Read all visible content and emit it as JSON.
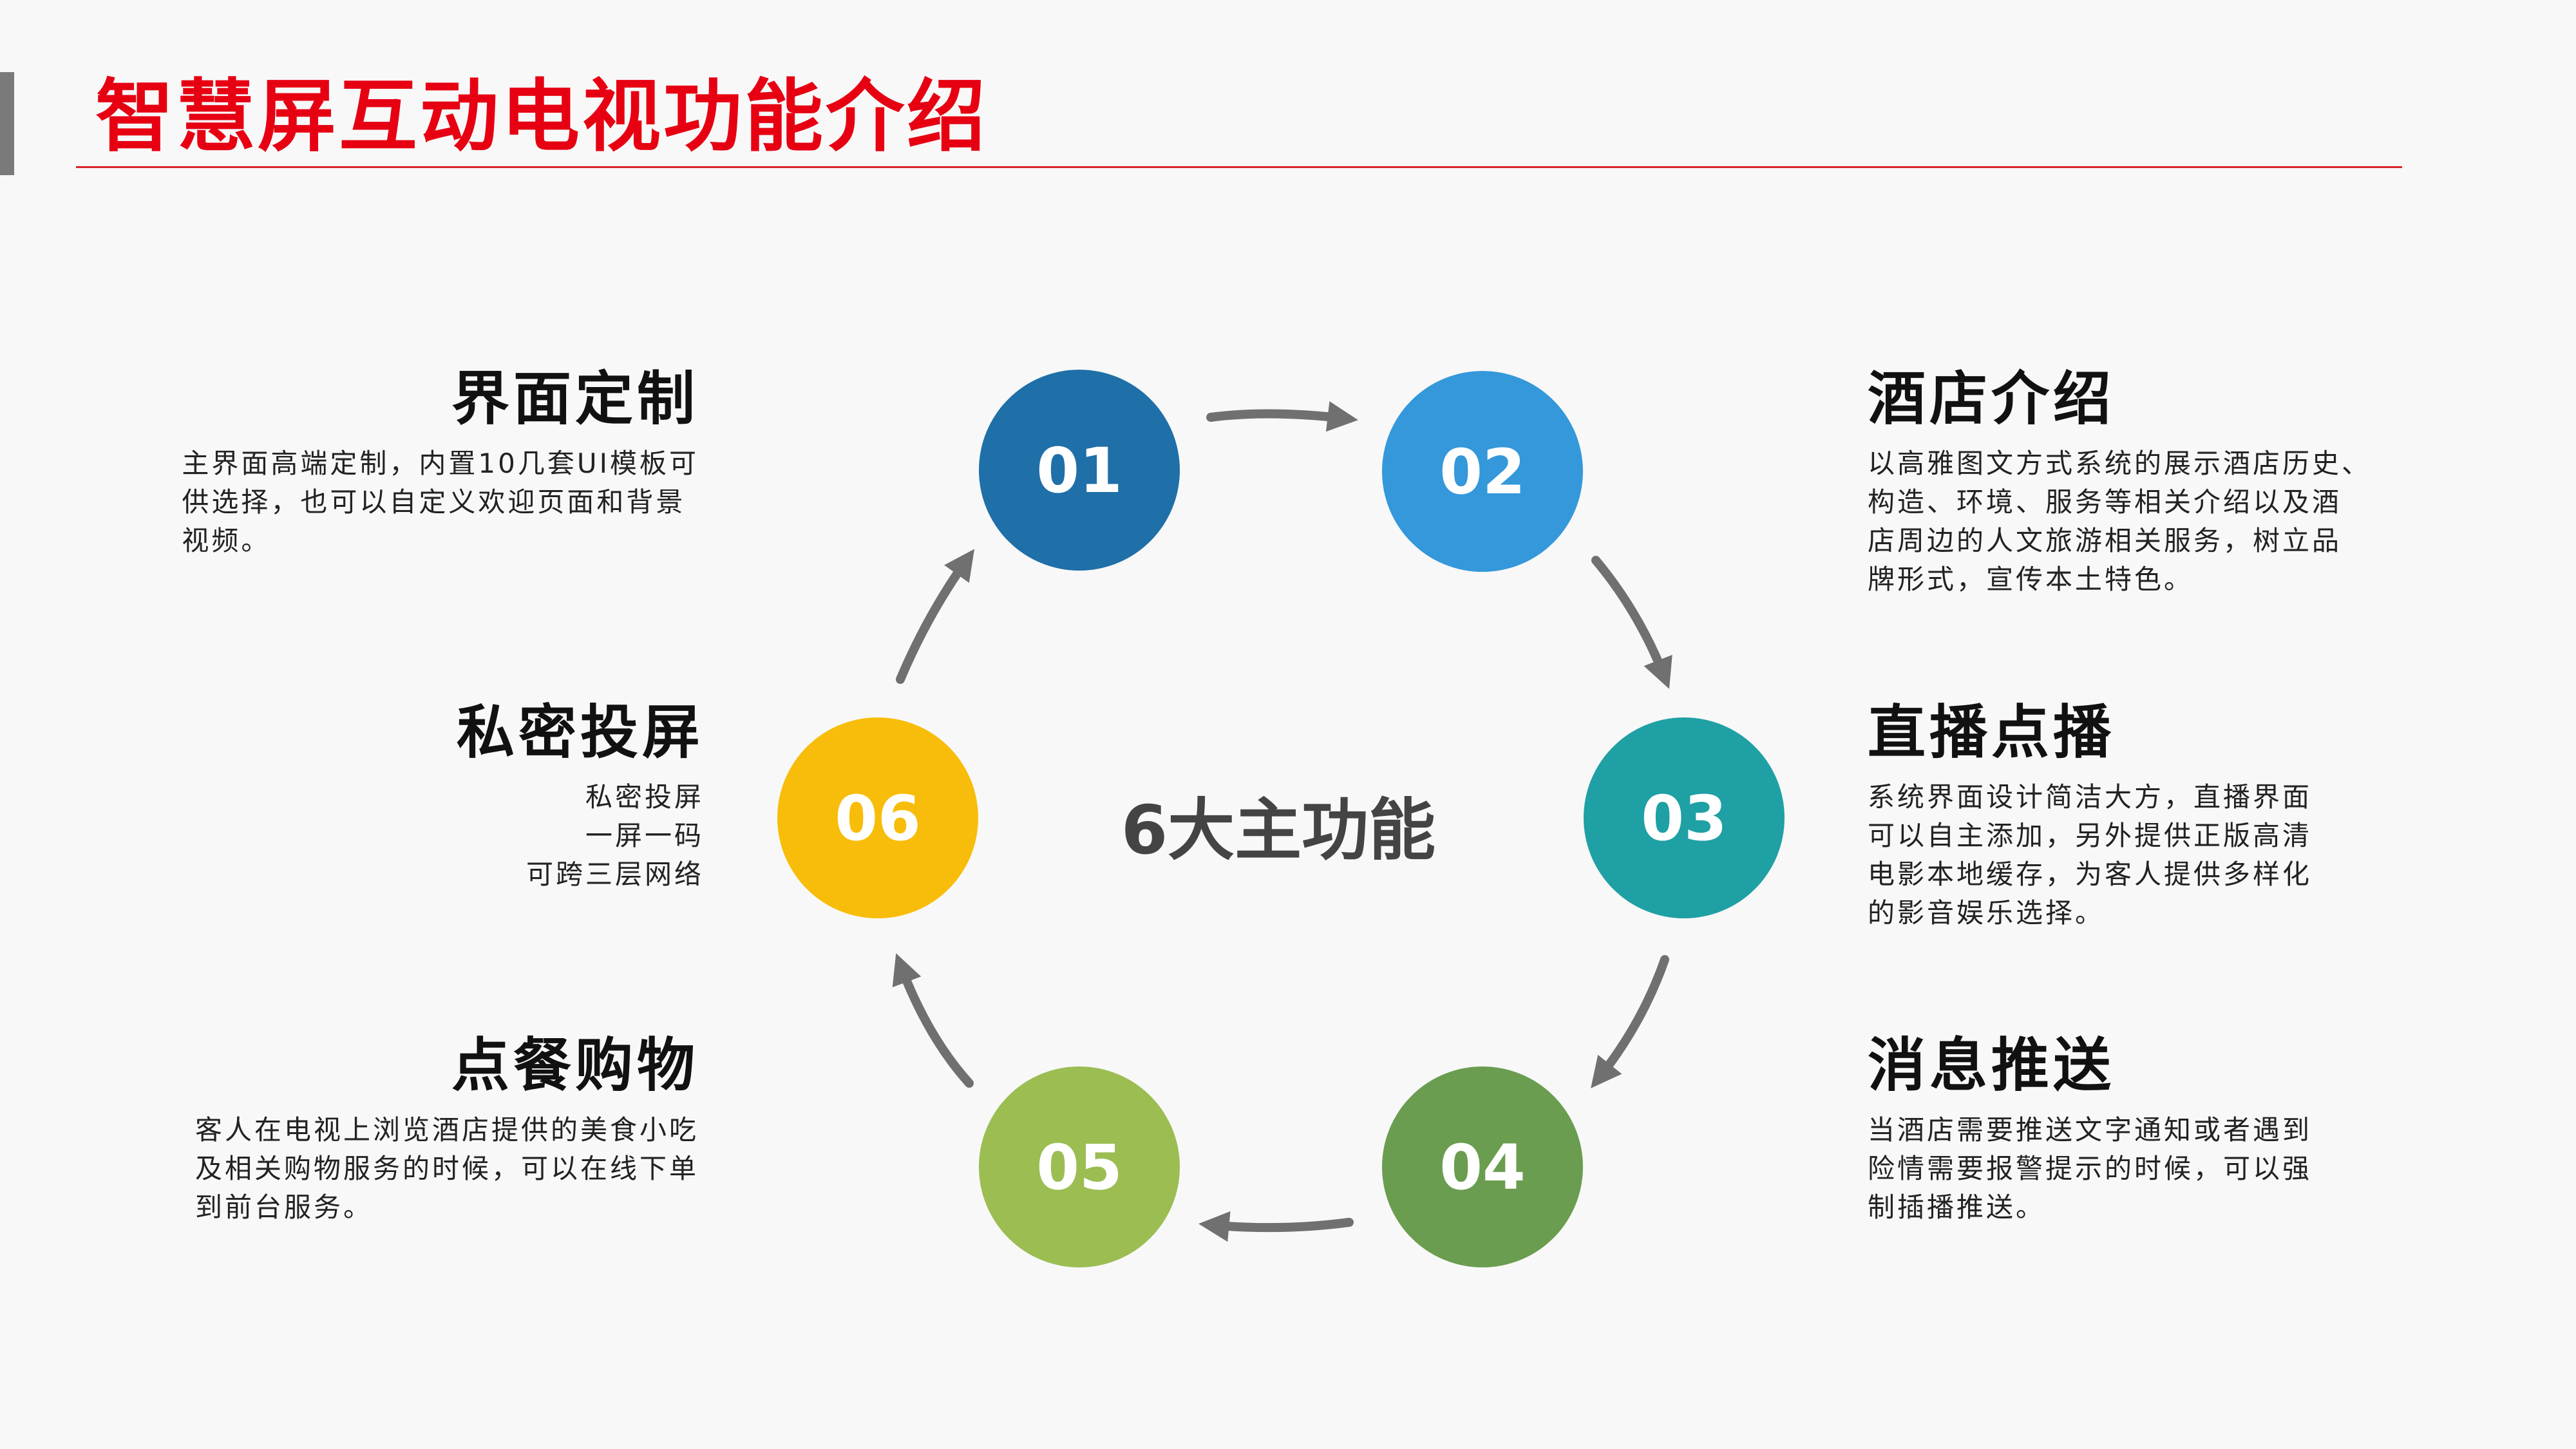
{
  "title": "智慧屏互动电视功能介绍",
  "center_label": "6大主功能",
  "colors": {
    "title": "#e60012",
    "title_line": "#d9252b",
    "arrow": "#707070",
    "step_01": "#1f6fa8",
    "step_02": "#3498db",
    "step_03": "#1fa0a4",
    "step_04": "#6a9d4f",
    "step_05": "#9bbd52",
    "step_06": "#f8bd0a"
  },
  "steps": [
    {
      "num": "01"
    },
    {
      "num": "02"
    },
    {
      "num": "03"
    },
    {
      "num": "04"
    },
    {
      "num": "05"
    },
    {
      "num": "06"
    }
  ],
  "features": {
    "ui_custom": {
      "heading": "界面定制",
      "lines": [
        "主界面高端定制，内置10几套UI模板可",
        "供选择，也可以自定义欢迎页面和背景",
        "视频。"
      ]
    },
    "hotel_intro": {
      "heading": "酒店介绍",
      "lines": [
        "以高雅图文方式系统的展示酒店历史、",
        "构造、环境、服务等相关介绍以及酒",
        "店周边的人文旅游相关服务，树立品",
        "牌形式，宣传本土特色。"
      ]
    },
    "private_cast": {
      "heading": "私密投屏",
      "lines": [
        "私密投屏",
        "一屏一码",
        "可跨三层网络"
      ]
    },
    "live_vod": {
      "heading": "直播点播",
      "lines": [
        "系统界面设计简洁大方，直播界面",
        "可以自主添加，另外提供正版高清",
        "电影本地缓存，为客人提供多样化",
        "的影音娱乐选择。"
      ]
    },
    "ordering": {
      "heading": "点餐购物",
      "lines": [
        "客人在电视上浏览酒店提供的美食小吃",
        "及相关购物服务的时候，可以在线下单",
        "到前台服务。"
      ]
    },
    "message_push": {
      "heading": "消息推送",
      "lines": [
        "当酒店需要推送文字通知或者遇到",
        "险情需要报警提示的时候，可以强",
        "制插播推送。"
      ]
    }
  }
}
